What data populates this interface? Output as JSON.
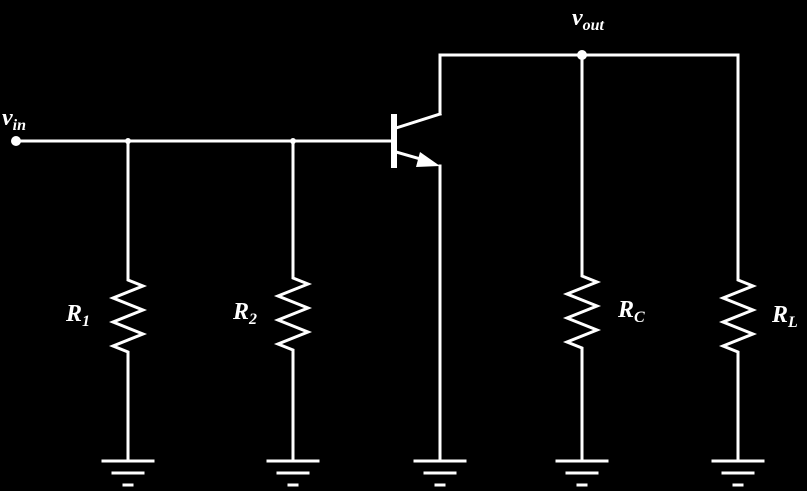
{
  "diagram": {
    "labels": {
      "vin": {
        "base": "v",
        "sub": "in"
      },
      "vout": {
        "base": "v",
        "sub": "out"
      },
      "r1": {
        "base": "R",
        "sub": "1"
      },
      "r2": {
        "base": "R",
        "sub": "2"
      },
      "rc": {
        "base": "R",
        "sub": "C"
      },
      "rl": {
        "base": "R",
        "sub": "L"
      }
    },
    "colors": {
      "background": "#000000",
      "wire": "#ffffff"
    }
  }
}
